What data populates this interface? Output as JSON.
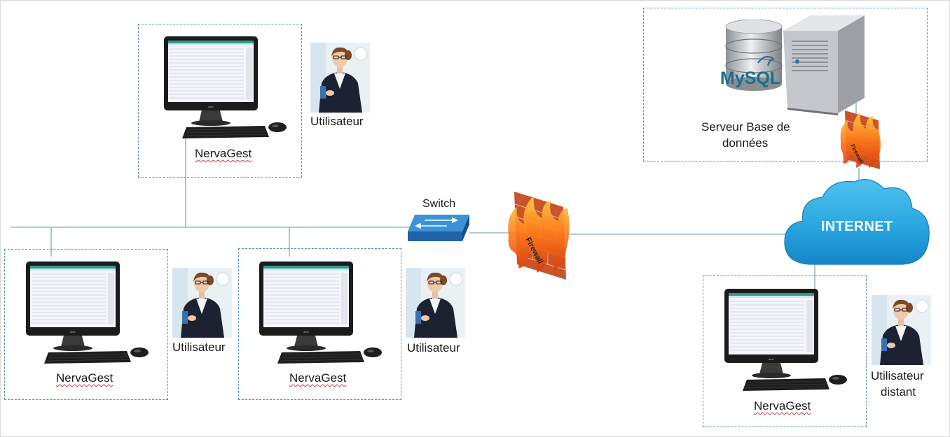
{
  "labels": {
    "client": "NervaGest",
    "user": "Utilisateur",
    "remote_user_line1": "Utilisateur",
    "remote_user_line2": "distant",
    "switch": "Switch",
    "firewall": "Firewall",
    "internet": "INTERNET",
    "server_line1": "Serveur Base de",
    "server_line2": "données",
    "db_logo": "MySQL",
    "monitor_brand": "acer"
  },
  "colors": {
    "link": "#7fa7c9",
    "box_border": "#5b8fb9",
    "cloud": "#2aa6e0",
    "switch": "#2c7fc4",
    "firewall": "#e8501e",
    "spellcheck": "#d23a3a"
  }
}
